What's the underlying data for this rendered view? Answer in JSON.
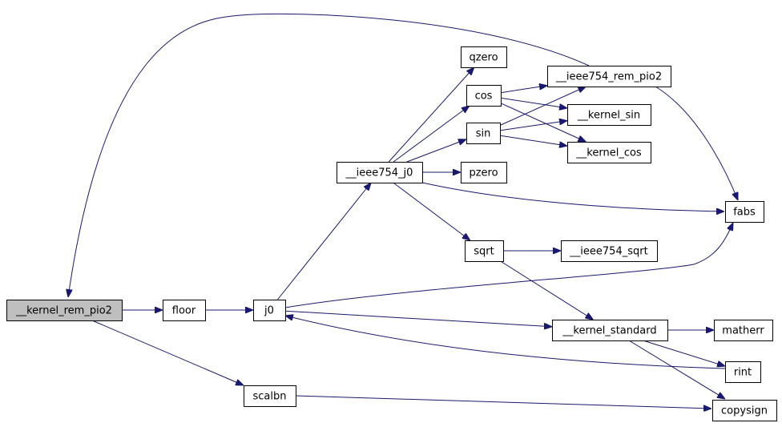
{
  "graph": {
    "nodes": {
      "kernel_rem_pio2": {
        "label": "__kernel_rem_pio2",
        "highlighted": true
      },
      "floor": {
        "label": "floor"
      },
      "j0": {
        "label": "j0"
      },
      "scalbn": {
        "label": "scalbn"
      },
      "ieee754_j0": {
        "label": "__ieee754_j0"
      },
      "qzero": {
        "label": "qzero"
      },
      "cos": {
        "label": "cos"
      },
      "sin": {
        "label": "sin"
      },
      "pzero": {
        "label": "pzero"
      },
      "sqrt": {
        "label": "sqrt"
      },
      "ieee754_rem_pio2": {
        "label": "__ieee754_rem_pio2"
      },
      "kernel_sin": {
        "label": "__kernel_sin"
      },
      "kernel_cos": {
        "label": "__kernel_cos"
      },
      "fabs": {
        "label": "fabs"
      },
      "ieee754_sqrt": {
        "label": "__ieee754_sqrt"
      },
      "kernel_standard": {
        "label": "__kernel_standard"
      },
      "matherr": {
        "label": "matherr"
      },
      "rint": {
        "label": "rint"
      },
      "copysign": {
        "label": "copysign"
      }
    },
    "edges": [
      {
        "from": "kernel_rem_pio2",
        "to": "floor"
      },
      {
        "from": "kernel_rem_pio2",
        "to": "scalbn"
      },
      {
        "from": "floor",
        "to": "j0"
      },
      {
        "from": "j0",
        "to": "ieee754_j0"
      },
      {
        "from": "j0",
        "to": "fabs"
      },
      {
        "from": "j0",
        "to": "kernel_standard"
      },
      {
        "from": "ieee754_j0",
        "to": "qzero"
      },
      {
        "from": "ieee754_j0",
        "to": "cos"
      },
      {
        "from": "ieee754_j0",
        "to": "sin"
      },
      {
        "from": "ieee754_j0",
        "to": "pzero"
      },
      {
        "from": "ieee754_j0",
        "to": "fabs"
      },
      {
        "from": "ieee754_j0",
        "to": "sqrt"
      },
      {
        "from": "cos",
        "to": "ieee754_rem_pio2"
      },
      {
        "from": "cos",
        "to": "kernel_sin"
      },
      {
        "from": "cos",
        "to": "kernel_cos"
      },
      {
        "from": "sin",
        "to": "ieee754_rem_pio2"
      },
      {
        "from": "sin",
        "to": "kernel_sin"
      },
      {
        "from": "sin",
        "to": "kernel_cos"
      },
      {
        "from": "ieee754_rem_pio2",
        "to": "fabs"
      },
      {
        "from": "ieee754_rem_pio2",
        "to": "kernel_rem_pio2"
      },
      {
        "from": "sqrt",
        "to": "ieee754_sqrt"
      },
      {
        "from": "sqrt",
        "to": "kernel_standard"
      },
      {
        "from": "kernel_standard",
        "to": "matherr"
      },
      {
        "from": "kernel_standard",
        "to": "rint"
      },
      {
        "from": "kernel_standard",
        "to": "copysign"
      },
      {
        "from": "rint",
        "to": "j0"
      },
      {
        "from": "scalbn",
        "to": "copysign"
      }
    ]
  }
}
